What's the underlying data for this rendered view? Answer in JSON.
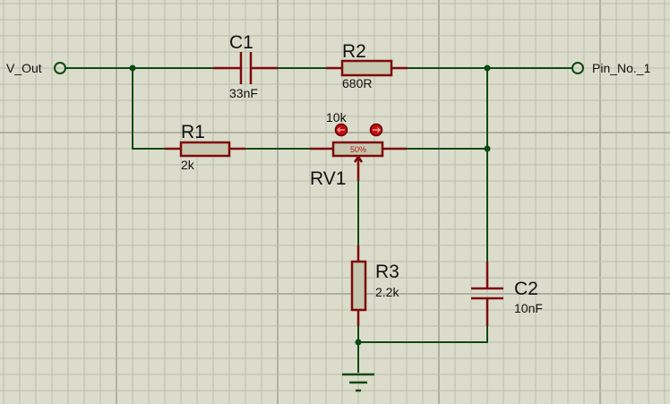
{
  "schematic": {
    "title": "RC filter network with potentiometer",
    "terminals": [
      {
        "id": "V_Out",
        "label": "V_Out"
      },
      {
        "id": "Pin_No_1",
        "label": "Pin_No._1"
      }
    ],
    "components": {
      "C1": {
        "ref": "C1",
        "value": "33nF",
        "type": "capacitor"
      },
      "R2": {
        "ref": "R2",
        "value": "680R",
        "type": "resistor"
      },
      "R1": {
        "ref": "R1",
        "value": "2k",
        "type": "resistor"
      },
      "RV1": {
        "ref": "RV1",
        "value": "10k",
        "type": "potentiometer",
        "wiper_label": "50%",
        "wiper_position": 0.5
      },
      "R3": {
        "ref": "R3",
        "value": "2.2k",
        "type": "resistor"
      },
      "C2": {
        "ref": "C2",
        "value": "10nF",
        "type": "capacitor"
      },
      "GND": {
        "type": "ground"
      }
    },
    "colors": {
      "background": "#dcdccc",
      "grid_minor": "#bcbcae",
      "grid_major": "#b0b0a2",
      "wire": "#0a4a10",
      "component": "#7c0a0a",
      "body_fill": "#c8c8b0",
      "pot_button": "#c01010"
    }
  }
}
